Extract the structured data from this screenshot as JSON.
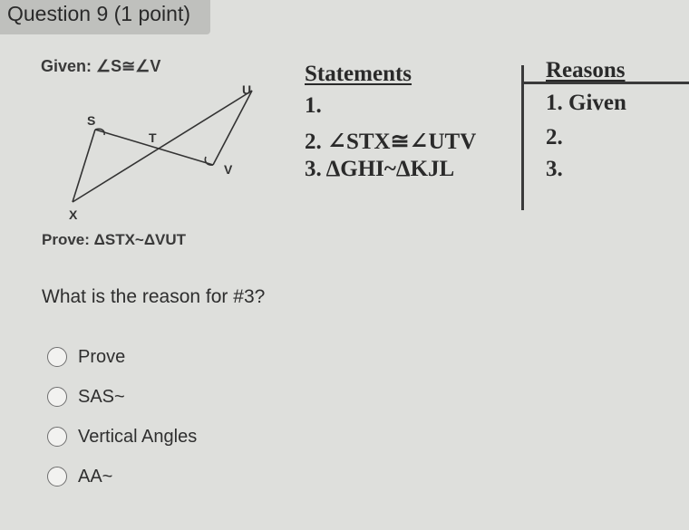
{
  "question": {
    "title": "Question 9 (1 point)",
    "given": "Given: ∠S≅∠V",
    "prove": "Prove: ΔSTX~ΔVUT",
    "prompt": "What is the reason for #3?"
  },
  "figure": {
    "labels": {
      "s": "S",
      "t": "T",
      "u": "U",
      "v": "V",
      "x": "X"
    }
  },
  "proof_table": {
    "statements_header": "Statements",
    "reasons_header": "Reasons",
    "statements": [
      "1.",
      "2. ∠STX≅∠UTV",
      "3. ΔGHI~ΔKJL"
    ],
    "reasons": [
      "1. Given",
      "2.",
      "3."
    ]
  },
  "options": [
    {
      "label": "Prove",
      "selected": false
    },
    {
      "label": "SAS~",
      "selected": false
    },
    {
      "label": "Vertical Angles",
      "selected": false
    },
    {
      "label": "AA~",
      "selected": false
    }
  ]
}
